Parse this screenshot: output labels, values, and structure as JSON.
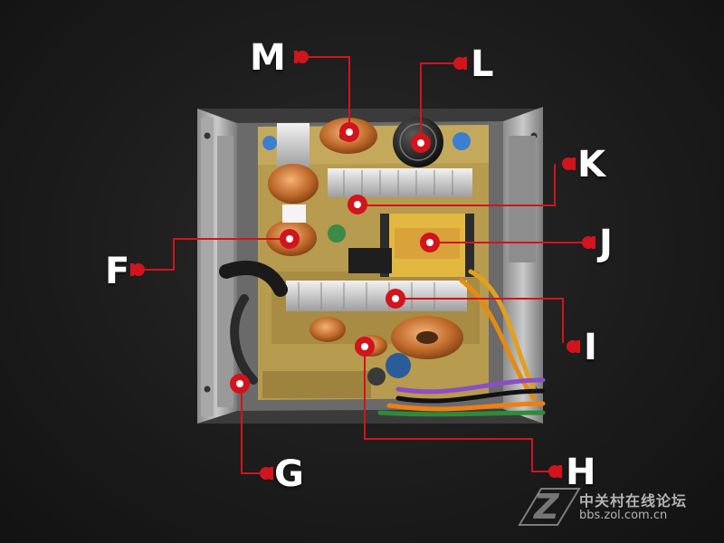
{
  "image": {
    "subject": "power-supply-internals-photo",
    "accent_color": "#d2141c",
    "background_color": "#1c1c1c"
  },
  "labels": {
    "M": "M",
    "L": "L",
    "K": "K",
    "J": "J",
    "F": "F",
    "I": "I",
    "G": "G",
    "H": "H"
  },
  "watermark": {
    "site_name": "中关村在线论坛",
    "url": "bbs.zol.com.cn",
    "logo_letter": "Z"
  }
}
